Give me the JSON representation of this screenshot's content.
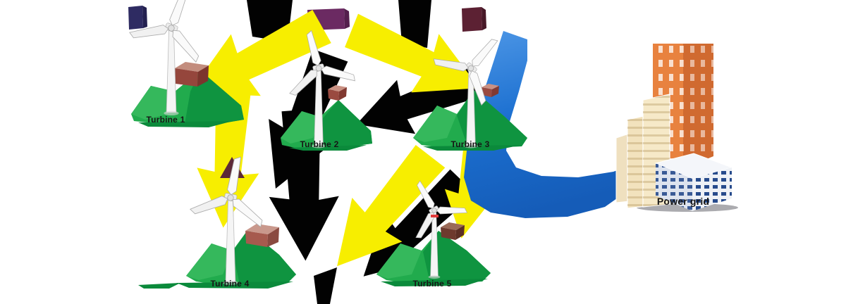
{
  "labels": {
    "turbine1": "Turbine 1",
    "turbine2": "Turbine 2",
    "turbine3": "Turbine 3",
    "turbine4": "Turbine 4",
    "turbine5": "Turbine 5",
    "city": "Power grid"
  },
  "icons": {
    "wind_turbine": "wind-turbine-icon",
    "hill": "green-hill-icon",
    "rock": "rock-cube-icon",
    "energy_exchange": "yellow-black-flow-arrow-icon",
    "power_flow": "blue-power-arrow-icon",
    "city": "city-buildings-icon"
  },
  "colors": {
    "arrow_yellow": "#f7ee00",
    "arrow_black": "#020202",
    "hill_green": "#21ab4d",
    "hill_green_dark": "#0f9440",
    "hill_green_light": "#35b85c",
    "power_arrow_blue": "#1c72d2",
    "building_orange": "#e0793f",
    "building_beige": "#f2e2bd",
    "building_white": "#eef1f6",
    "window_blue": "#274b8c",
    "rock_brown": "#95463c",
    "block_navy": "#2e2b62",
    "block_purple": "#6b2a62",
    "block_maroon": "#5c2133"
  }
}
